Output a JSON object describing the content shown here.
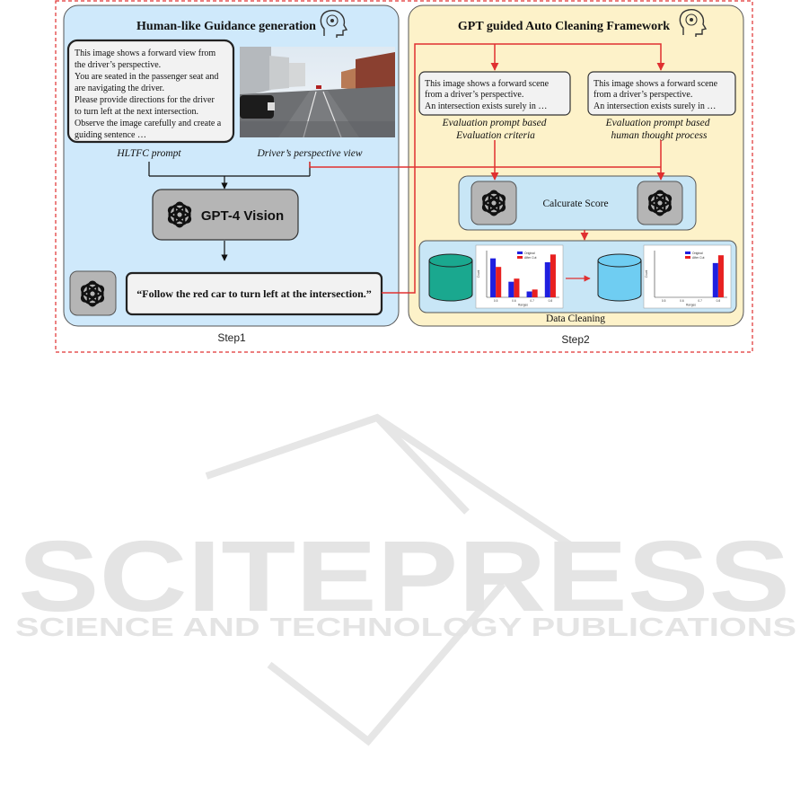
{
  "step1": {
    "title": "Human-like Guidance generation",
    "prompt_lines": [
      "This image shows a forward view from",
      "the driver’s perspective.",
      "You are seated in the passenger seat and",
      "are navigating the driver.",
      "Please provide directions for the driver",
      "to turn left at the next intersection.",
      "Observe the image carefully and create a",
      "guiding sentence …"
    ],
    "prompt_caption": "HLTFC prompt",
    "view_caption": "Driver’s perspective view",
    "model_label": "GPT-4 Vision",
    "output_sentence": "“Follow the red car to turn left at the intersection.”",
    "step_label": "Step1"
  },
  "step2": {
    "title": "GPT guided Auto Cleaning Framework",
    "eval_prompt_lines": [
      "This image shows a forward scene",
      "from a driver’s perspective.",
      "An intersection exists surely in …"
    ],
    "eval_caption_left": [
      "Evaluation prompt based",
      "Evaluation criteria"
    ],
    "eval_caption_right": [
      "Evaluation prompt based",
      "human thought process"
    ],
    "score_label": "Calcurate Score",
    "cleaning_label": "Data Cleaning",
    "step_label": "Step2"
  },
  "charts": {
    "legend": [
      "Original",
      "After Cut"
    ],
    "ylabel": "Count",
    "xlabel": "Ranges",
    "tick_labels": [
      "0.5",
      "0.6",
      "0.7",
      "0.8"
    ]
  },
  "chart_data": [
    {
      "type": "bar",
      "categories": [
        "0.5",
        "0.6",
        "0.7",
        "0.8"
      ],
      "series": [
        {
          "name": "Original",
          "values": [
            100,
            40,
            15,
            90
          ]
        },
        {
          "name": "After Cut",
          "values": [
            78,
            48,
            20,
            110
          ]
        }
      ],
      "xlabel": "Ranges",
      "ylabel": "Count",
      "ylim": [
        0,
        120
      ]
    },
    {
      "type": "bar",
      "categories": [
        "0.5",
        "0.6",
        "0.7",
        "0.8"
      ],
      "series": [
        {
          "name": "Original",
          "values": [
            0,
            0,
            0,
            88
          ]
        },
        {
          "name": "After Cut",
          "values": [
            0,
            0,
            0,
            108
          ]
        }
      ],
      "xlabel": "Ranges",
      "ylabel": "Count",
      "ylim": [
        0,
        120
      ]
    }
  ],
  "watermark": {
    "main": "SCITEPRESS",
    "sub": "SCIENCE AND TECHNOLOGY PUBLICATIONS"
  },
  "colors": {
    "step1_panel": "#cfe9fb",
    "step2_panel": "#fdf2c9",
    "inner_blue": "#c8e6f6",
    "arrow_red": "#e03030",
    "series_original": "#1f1fe0",
    "series_after": "#e82020",
    "cylinder_teal": "#1aa88f",
    "cylinder_blue": "#6fcdf2"
  }
}
